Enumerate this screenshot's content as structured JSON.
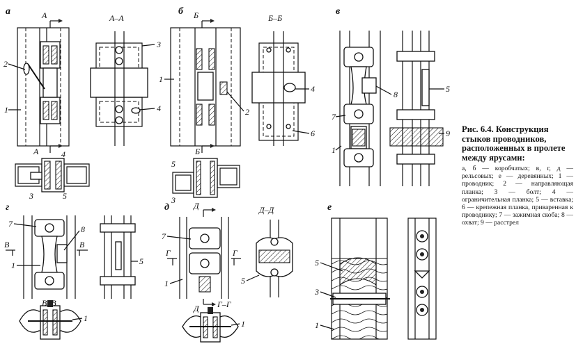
{
  "panels": {
    "a": {
      "label": "а",
      "section": "А–А",
      "cut": "А",
      "cut2": "А"
    },
    "b": {
      "label": "б",
      "section": "Б–Б",
      "cut": "Б",
      "cut2": "Б"
    },
    "v": {
      "label": "в"
    },
    "g": {
      "label": "г",
      "section": "В–В",
      "cut_l": "В",
      "cut_r": "В"
    },
    "d": {
      "label": "д",
      "section": "Д–Д",
      "section2": "Г–Г",
      "cut": "Д",
      "cut2": "Д",
      "cut_g": "Г",
      "cut_g2": "Г"
    },
    "e": {
      "label": "е"
    }
  },
  "callouts": [
    "1",
    "2",
    "3",
    "4",
    "5",
    "6",
    "7",
    "8",
    "9"
  ],
  "caption": {
    "title": "Рис. 6.4. Конструкция стыков проводников, расположенных в пролете между ярусами:",
    "body": "а, б — коробчатых; в, г, д — рельсовых; е — деревянных; 1 — проводник; 2 — направляющая планка; 3 — болт; 4 — ограничительная планка; 5 — вставка; 6 — крепежная планка, приваренная к проводнику; 7 — зажимная скоба; 8 — охват; 9 — расстрел"
  }
}
